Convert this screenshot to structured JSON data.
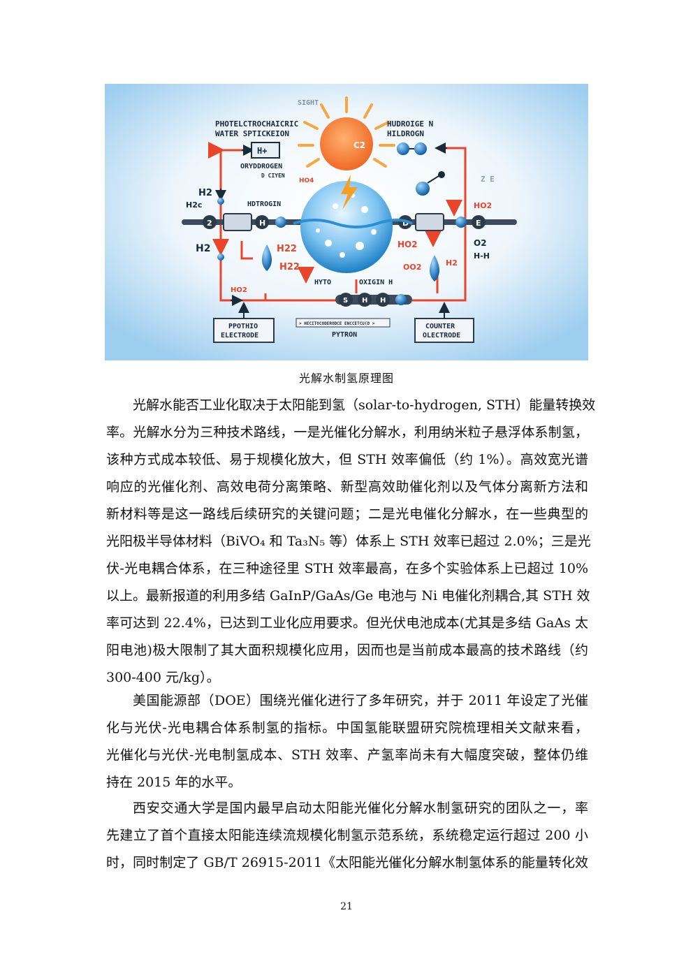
{
  "figure": {
    "labels": {
      "sight": "SIGHT",
      "title1": "PHOTELCTROCHAICRIC",
      "title2": "WATER SPTICKEION",
      "hplus": "H+",
      "oxy1": "ORYDDROGEN",
      "oxy2": "D CIYEN",
      "ho4": "HO4",
      "hydroige1": "HUDROIGE N",
      "hydroige2": "HILDROGN",
      "ze": "Z E",
      "h2a": "H2",
      "h2c": "H2c",
      "hdtrogin": "HDTROGIN",
      "h2b": "H2",
      "h22a": "H22",
      "h22b": "H22",
      "ho2a": "HO2",
      "ho2b": "HO2",
      "ho2c": "HO2",
      "o2": "O2",
      "hh": "H-H",
      "oo2": "OO2",
      "h2d": "H2",
      "hyto": "HYTO",
      "oxigin": "OXIGIN  H",
      "sun_c": "C2",
      "node_2": "2",
      "node_h": "H",
      "node_d": "D",
      "node_e": "E",
      "chain_s": "S",
      "chain_h1": "H",
      "chain_h2": "H",
      "left_box1": "PPOTHIO",
      "left_box2": "ELECTRODE",
      "right_box1": "COUNTER",
      "right_box2": "OLECTRODE",
      "center_small": "> HECITOCODERODCE ENCCETCU(D >",
      "pytron": "PYTRON"
    }
  },
  "caption": "光解水制氢原理图",
  "paragraphs": [
    [
      "光解水能否工业化取决于太阳能到氢（solar-to-hydrogen, STH）能量转换效",
      "率。光解水分为三种技术路线，一是光催化分解水，利用纳米粒子悬浮体系制氢，",
      "该种方式成本较低、易于规模化放大，但 STH 效率偏低（约 1%）。高效宽光谱",
      "响应的光催化剂、高效电荷分离策略、新型高效助催化剂以及气体分离新方法和",
      "新材料等是这一路线后续研究的关键问题；二是光电催化分解水，在一些典型的",
      "光阳极半导体材料（BiVO₄ 和 Ta₃N₅ 等）体系上 STH 效率已超过 2.0%；三是光",
      "伏-光电耦合体系，在三种途径里 STH 效率最高，在多个实验体系上已超过 10%",
      "以上。最新报道的利用多结 GaInP/GaAs/Ge 电池与 Ni 电催化剂耦合,其 STH 效",
      "率可达到 22.4%，已达到工业化应用要求。但光伏电池成本(尤其是多结 GaAs 太",
      "阳电池)极大限制了其大面积规模化应用，因而也是当前成本最高的技术路线（约",
      "300-400 元/kg）。"
    ],
    [
      "美国能源部（DOE）围绕光催化进行了多年研究，并于 2011 年设定了光催",
      "化与光伏-光电耦合体系制氢的指标。中国氢能联盟研究院梳理相关文献来看，",
      "光催化与光伏-光电制氢成本、STH 效率、产氢率尚未有大幅度突破，整体仍维",
      "持在 2015 年的水平。"
    ],
    [
      "西安交通大学是国内最早启动太阳能光催化分解水制氢研究的团队之一，率",
      "先建立了首个直接太阳能连续流规模化制氢示范系统，系统稳定运行超过 200 小",
      "时，同时制定了 GB/T 26915-2011《太阳能光催化分解水制氢体系的能量转化效"
    ]
  ],
  "page_number": "21"
}
